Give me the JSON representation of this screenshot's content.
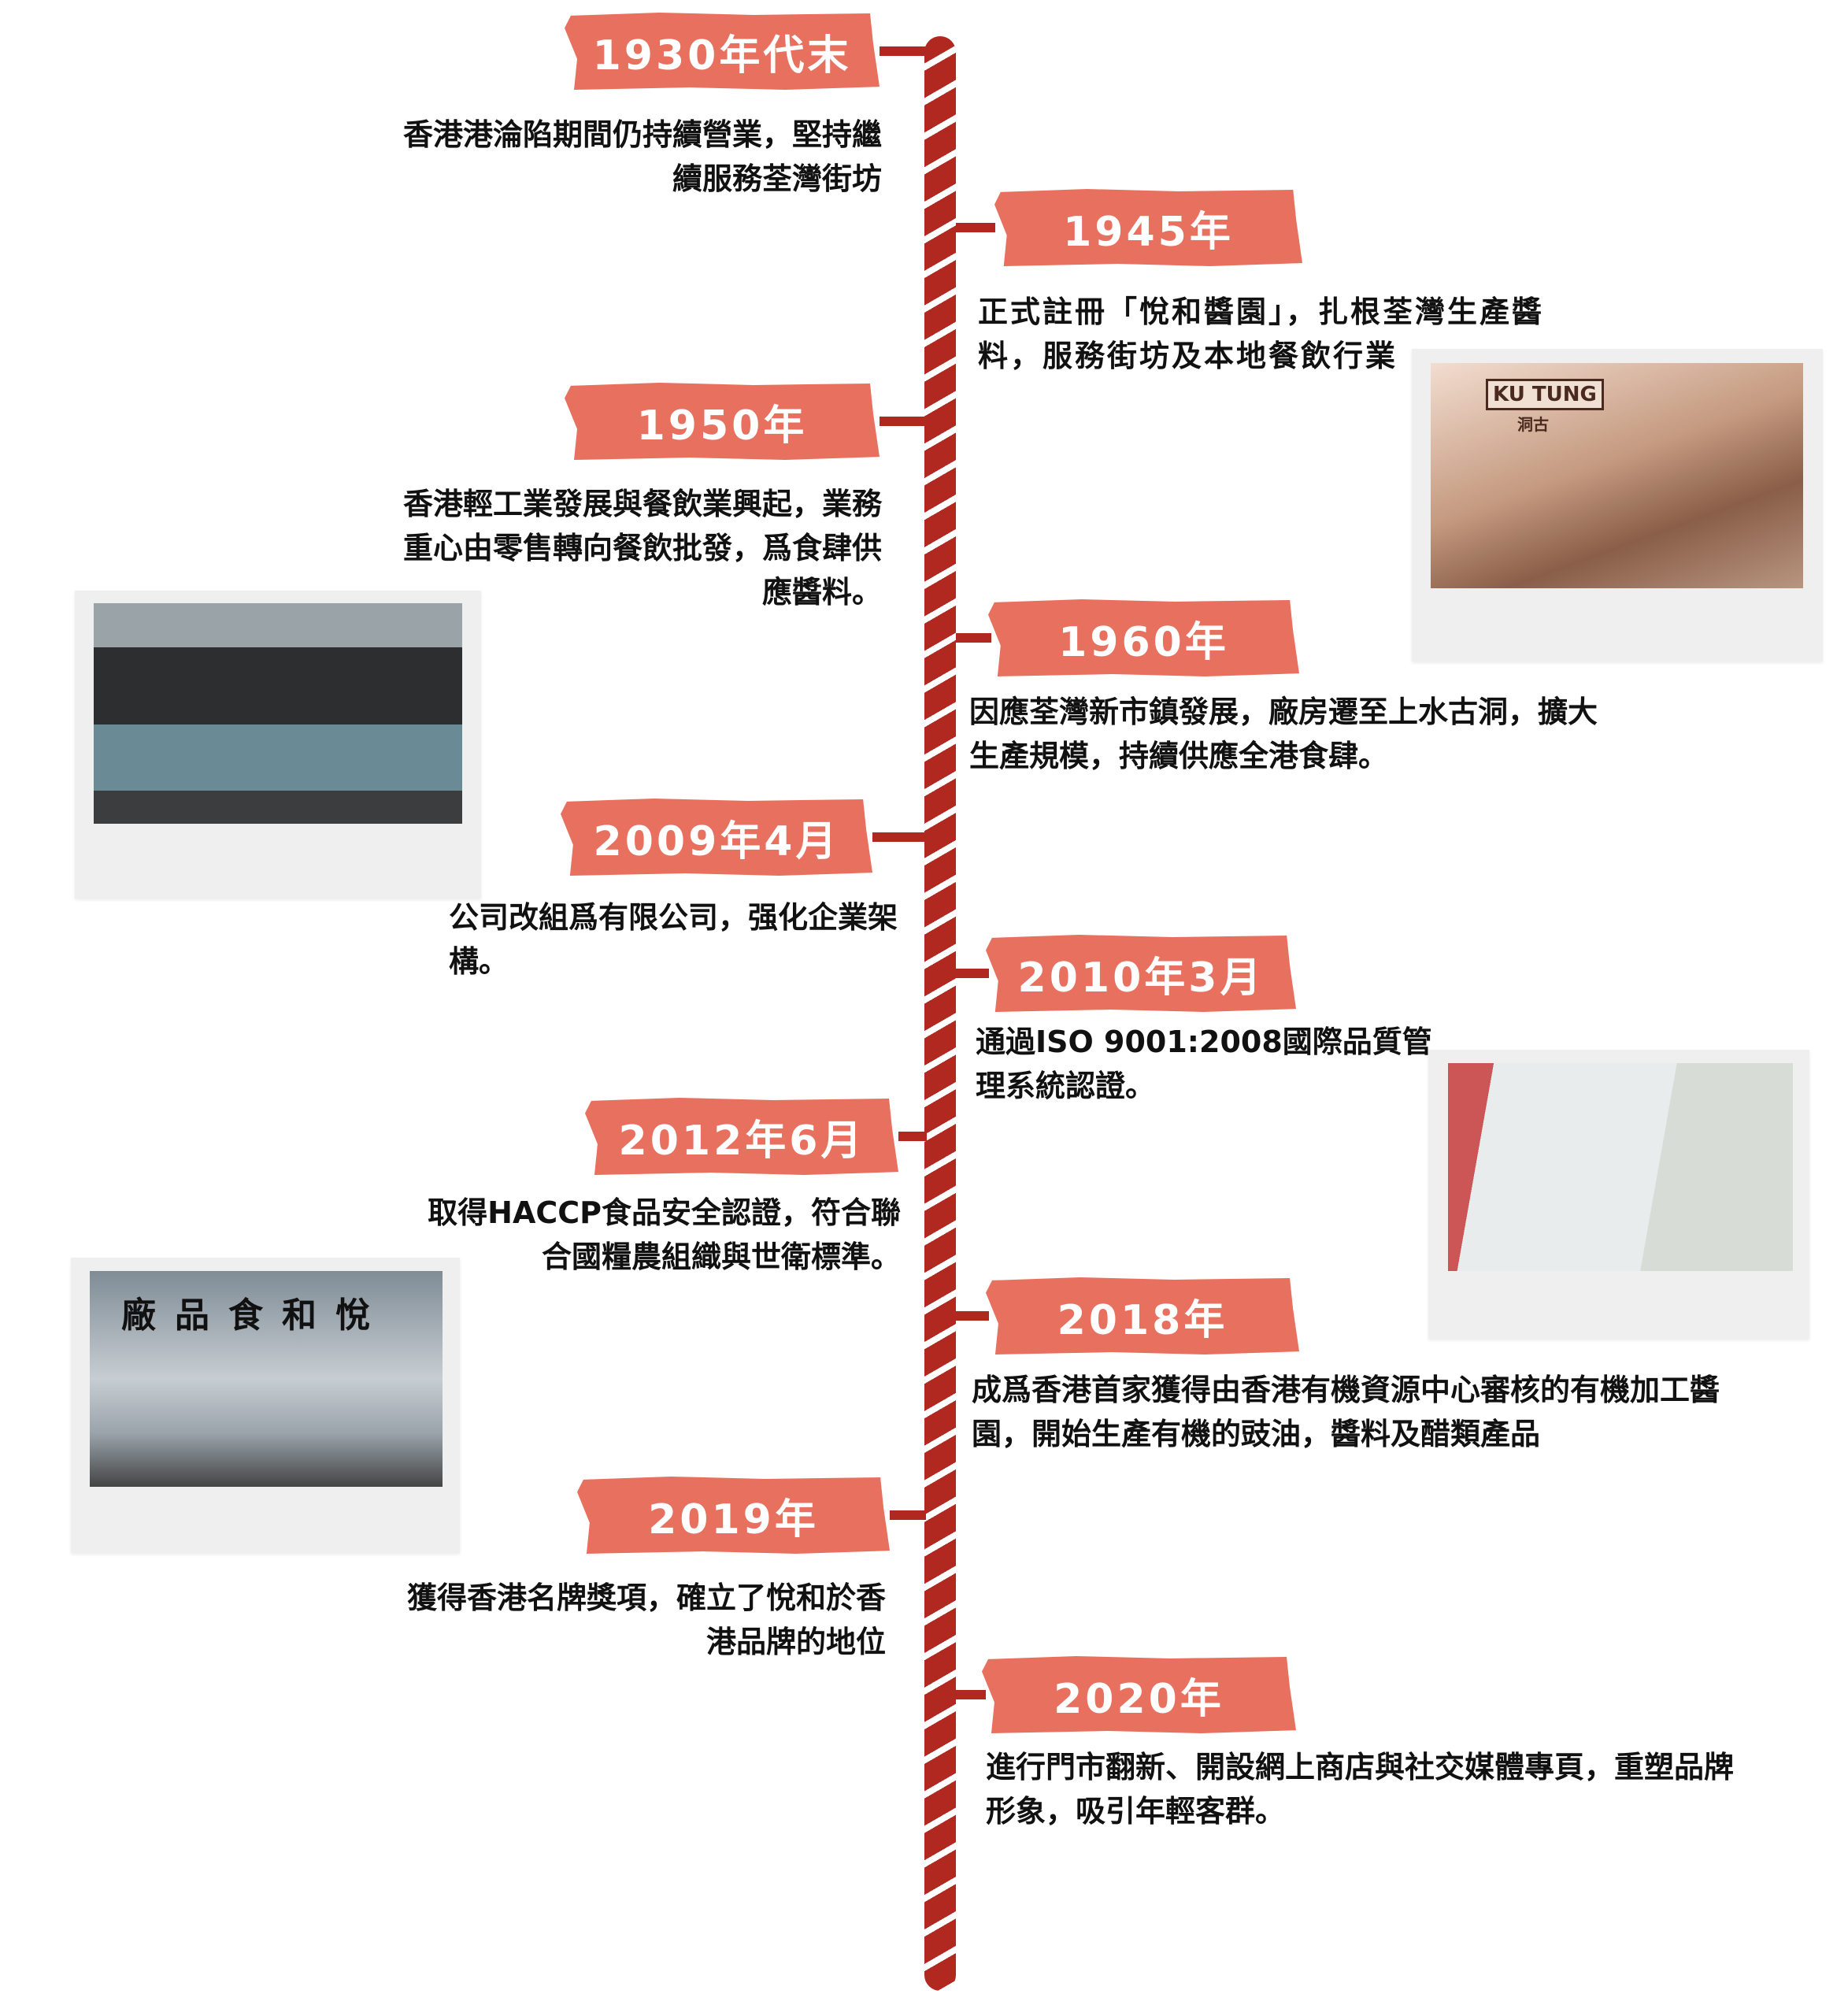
{
  "timeline": [
    {
      "year": "1930年代末",
      "text": "香港港淪陷期間仍持續營業，堅持繼續服務荃灣街坊"
    },
    {
      "year": "1945年",
      "text": "正式註冊「悅和醬園」，扎根荃灣生產醬料，服務街坊及本地餐飲行業"
    },
    {
      "year": "1950年",
      "text": "香港輕工業發展與餐飲業興起，業務重心由零售轉向餐飲批發，爲食肆供應醬料。"
    },
    {
      "year": "1960年",
      "text": "因應荃灣新市鎮發展，廠房遷至上水古洞，擴大生產規模，持續供應全港食肆。"
    },
    {
      "year": "2009年4月",
      "text": "公司改組爲有限公司，强化企業架構。"
    },
    {
      "year": "2010年3月",
      "text": "通過ISO 9001:2008國際品質管理系統認證。"
    },
    {
      "year": "2012年6月",
      "text": "取得HACCP食品安全認證，符合聯合國糧農組織與世衛標準。"
    },
    {
      "year": "2018年",
      "text": "成爲香港首家獲得由香港有機資源中心審核的有機加工醬園，開始生產有機的豉油，醬料及醋類產品"
    },
    {
      "year": "2019年",
      "text": "獲得香港名牌獎項，確立了悅和於香港品牌的地位"
    },
    {
      "year": "2020年",
      "text": "進行門市翻新、開設網上商店與社交媒體專頁，重塑品牌形象，吸引年輕客群。"
    }
  ],
  "photos": {
    "kutung_sign": "KU TUNG",
    "kutung_sign_cn": "洞古",
    "arch_sign": "廠品食和悅"
  },
  "colors": {
    "banner": "#e8705e",
    "rope": "#b0281f"
  }
}
